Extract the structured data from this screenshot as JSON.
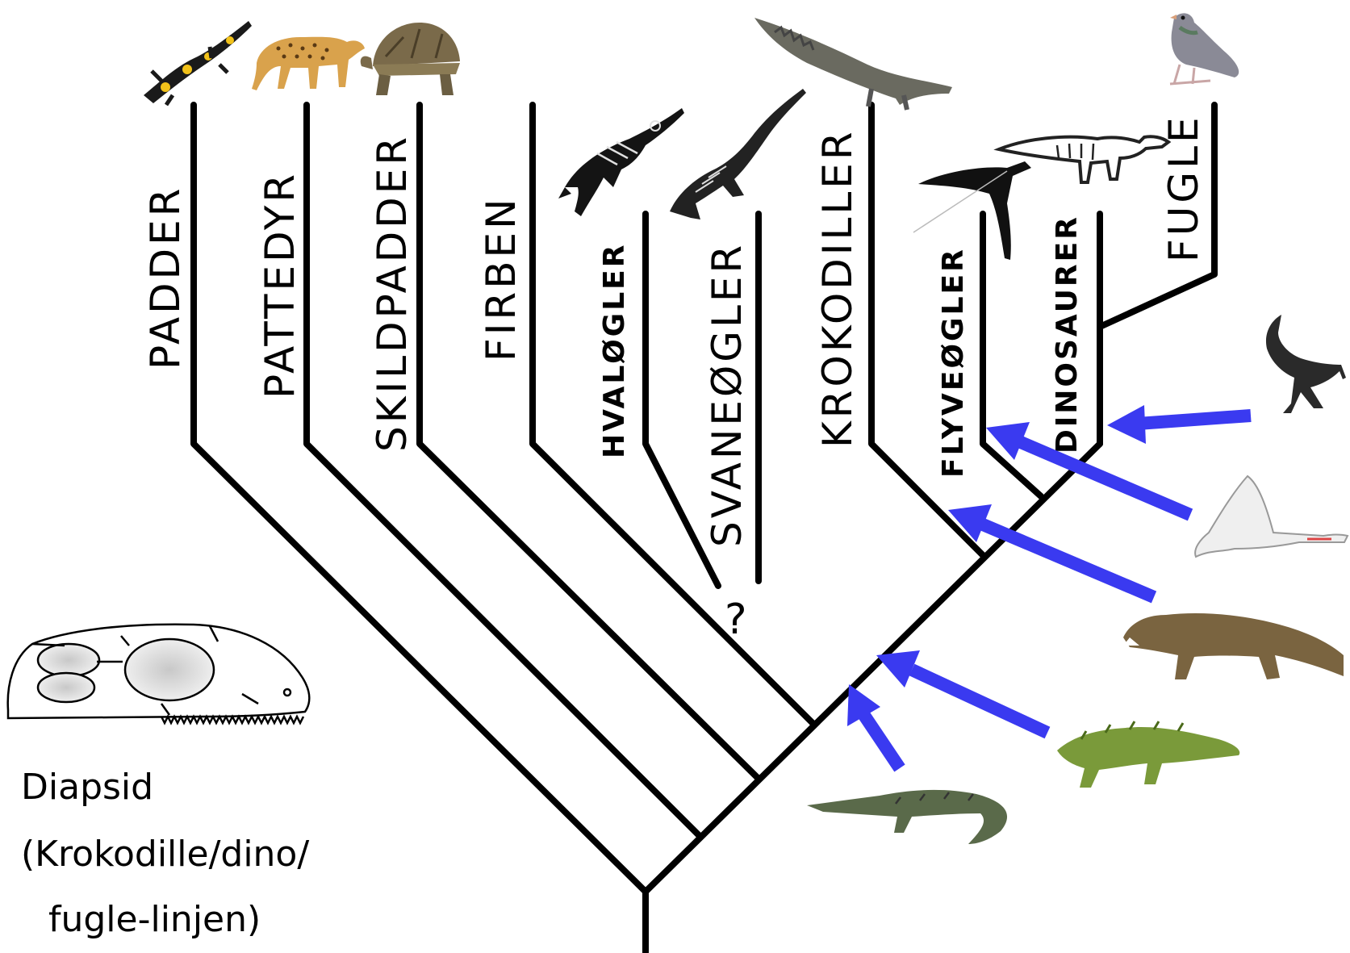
{
  "diagram": {
    "taxa": [
      {
        "key": "padder",
        "label": "PADDER",
        "icon": "salamander-icon"
      },
      {
        "key": "pattedyr",
        "label": "PATTEDYR",
        "icon": "cheetah-icon"
      },
      {
        "key": "skildpadder",
        "label": "SKILDPADDER",
        "icon": "tortoise-icon"
      },
      {
        "key": "firben",
        "label": "FIRBEN",
        "icon": ""
      },
      {
        "key": "hvaloegler",
        "label": "HVALØGLER",
        "icon": "ichthyosaur-icon"
      },
      {
        "key": "svaneoegler",
        "label": "SVANEØGLER",
        "icon": "plesiosaur-icon"
      },
      {
        "key": "krokodiller",
        "label": "KROKODILLER",
        "icon": "crocodile-icon"
      },
      {
        "key": "flyveoegler",
        "label": "FLYVEØGLER",
        "icon": "pterosaur-icon"
      },
      {
        "key": "dinosaurer",
        "label": "DINOSAURER",
        "icon": "dinosaur-icon"
      },
      {
        "key": "fugle",
        "label": "FUGLE",
        "icon": "pigeon-icon"
      }
    ],
    "uncertain_marker": "?",
    "caption": {
      "line1": "Diapsid",
      "line2": "(Krokodille/dino/",
      "line3": "fugle-linjen)"
    },
    "colors": {
      "tree_line": "#000000",
      "arrow": "#3a3af0"
    }
  }
}
